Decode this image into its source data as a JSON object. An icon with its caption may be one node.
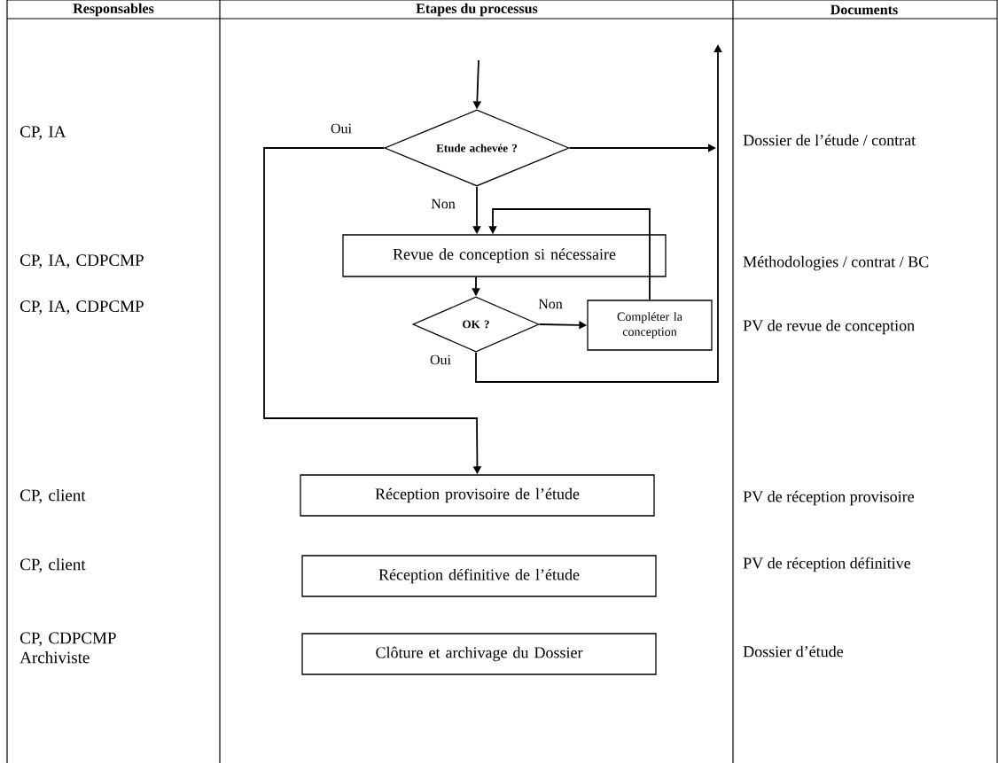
{
  "diagram": {
    "nodes": [
      {
        "text": [
          "Etude achevée ?"
        ]
      },
      {
        "text": [
          "Revue de conception si nécessaire"
        ]
      },
      {
        "text": [
          "OK ?"
        ]
      },
      {
        "text": [
          "Compléter la conception"
        ]
      },
      {
        "text": [
          "Réception provisoire de l’étude"
        ]
      },
      {
        "text": [
          "Réception définitive de l’étude"
        ]
      },
      {
        "text": [
          "Clôture et archivage du Dossier"
        ]
      }
    ],
    "edges": [
      {
        "from": null,
        "to": 0,
        "arrow": "to"
      },
      {
        "from": 0,
        "to": 4,
        "arrow": "to",
        "label": "Oui"
      },
      {
        "from": 0,
        "to": null,
        "arrow": "to"
      },
      {
        "from": 2,
        "to": null,
        "arrow": "to",
        "label": "Oui"
      },
      {
        "from": 0,
        "to": 1,
        "arrow": "to",
        "label": "Non"
      },
      {
        "from": 1,
        "to": 2,
        "arrow": "to"
      },
      {
        "from": 2,
        "to": 3,
        "arrow": "to",
        "label": "Non"
      },
      {
        "from": 3,
        "to": 1,
        "arrow": "to"
      }
    ],
    "labels": [
      "Responsables",
      "Etapes du processus",
      "Documents",
      "CP, IA",
      "Dossier de l’étude / contrat",
      "CP, IA, CDPCMP",
      "Méthodologies / contrat / BC",
      "CP, IA, CDPCMP",
      "PV de revue de conception",
      "CP, client",
      "PV de réception provisoire",
      "CP, client",
      "PV de réception définitive",
      "CP, CDPCMP Archiviste",
      "Dossier d’étude"
    ]
  }
}
